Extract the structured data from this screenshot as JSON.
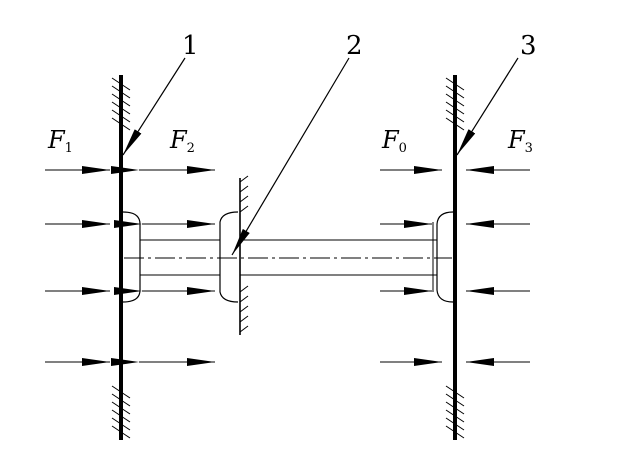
{
  "labels": {
    "part_1": "1",
    "part_2": "2",
    "part_3": "3"
  },
  "forces": {
    "f1": {
      "letter": "F",
      "sub": "1"
    },
    "f2": {
      "letter": "F",
      "sub": "2"
    },
    "f0": {
      "letter": "F",
      "sub": "0"
    },
    "f3": {
      "letter": "F",
      "sub": "3"
    }
  },
  "colors": {
    "line": "#000000",
    "background": "#ffffff"
  }
}
